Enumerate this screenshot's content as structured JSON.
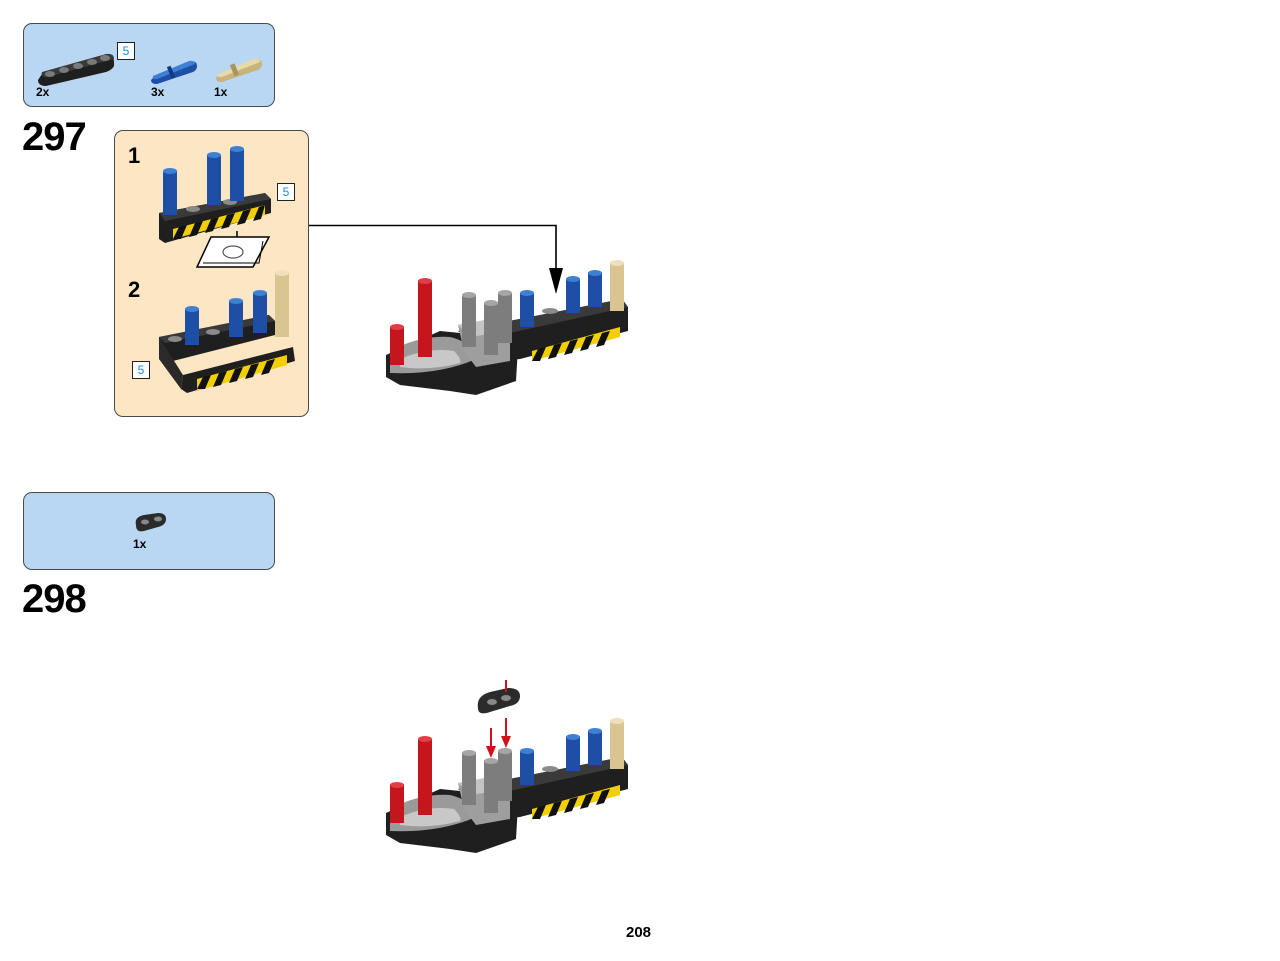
{
  "step_297": {
    "number": "297",
    "parts": [
      {
        "name": "beam-5",
        "qty": "2x",
        "length_tag": "5"
      },
      {
        "name": "blue-pin",
        "qty": "3x"
      },
      {
        "name": "tan-axle-pin",
        "qty": "1x"
      }
    ],
    "substeps": [
      {
        "number": "1",
        "length_tag": "5"
      },
      {
        "number": "2",
        "length_tag": "5"
      }
    ]
  },
  "step_298": {
    "number": "298",
    "parts": [
      {
        "name": "double-connector",
        "qty": "1x"
      }
    ]
  },
  "page": {
    "number": "208"
  },
  "colors": {
    "parts_box": "#b9d7f2",
    "subassembly_box": "#fde6c3",
    "beam": "#2b2b2b",
    "blue_pin": "#1d4fa6",
    "tan_pin": "#d8c592",
    "red_axle": "#c4161c",
    "grey_axle": "#7d7d7d",
    "hazard_yellow": "#f2cf00",
    "arrow_red": "#d0121b"
  }
}
